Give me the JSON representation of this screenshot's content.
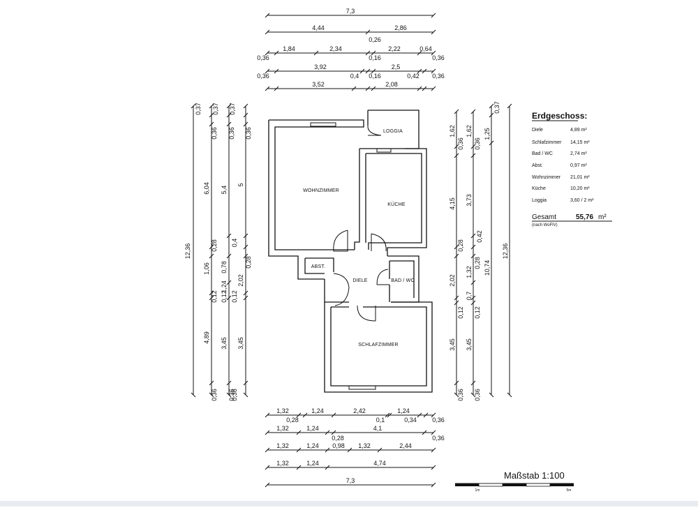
{
  "plan": {
    "rooms": {
      "wohnzimmer": "WOHNZIMMER",
      "kueche": "KÜCHE",
      "loggia": "LOGGIA",
      "abst": "ABST.",
      "diele": "DIELE",
      "bad": "BAD / WC",
      "schlafzimmer": "SCHLAFZIMMER"
    }
  },
  "dims": {
    "top": [
      [
        "7,3"
      ],
      [
        "4,44",
        "2,86"
      ],
      [
        "0,26"
      ],
      [
        "0,36",
        "1,84",
        "2,34",
        "0,16",
        "2,22",
        "0,64"
      ],
      [
        "0,36",
        "0,36",
        "3,92",
        "0,4",
        "0,16",
        "2,5",
        "0,42",
        "0,36"
      ],
      [
        "3,52",
        "2,08"
      ]
    ],
    "left": {
      "outer": "12,36",
      "col1": [
        "0,37",
        "0,36",
        "6,04",
        "0,28",
        "1,06",
        "0,12",
        "4,89",
        "0,36"
      ],
      "col2": [
        "0,37",
        "0,36",
        "5,4",
        "0,78",
        "1,24",
        "0,12",
        "3,45",
        "0,36"
      ],
      "col3": [
        "0,37",
        "0,36",
        "5",
        "0,4",
        "0,28",
        "2,02",
        "0,12",
        "3,45",
        "0,36"
      ]
    },
    "right": {
      "col1": [
        "1,62",
        "0,36",
        "4,15",
        "0,28",
        "2,02",
        "0,12",
        "3,45",
        "0,36"
      ],
      "col2": [
        "1,62",
        "0,36",
        "3,73",
        "0,42",
        "0,28",
        "1,32",
        "0,7",
        "0,12",
        "3,45",
        "0,36"
      ],
      "col3": [
        "0,37",
        "1,25",
        "10,74"
      ],
      "outer": "12,36"
    },
    "bottom": [
      [
        "1,32",
        "1,24",
        "2,42",
        "1,24"
      ],
      [
        "0,28",
        "0,1",
        "0,34",
        "0,36"
      ],
      [
        "1,32",
        "1,24",
        "4,1"
      ],
      [
        "0,28",
        "0,36"
      ],
      [
        "1,32",
        "1,24",
        "0,98",
        "1,32",
        "2,44"
      ],
      [
        "1,32",
        "1,24",
        "4,74"
      ],
      [
        "7,3"
      ]
    ]
  },
  "legend": {
    "title": "Erdgeschoss:",
    "rows": [
      {
        "name": "Diele",
        "area": "4,89 m²"
      },
      {
        "name": "Schlafzimmer",
        "area": "14,15 m²"
      },
      {
        "name": "Bad / WC",
        "area": "2,74 m²"
      },
      {
        "name": "Abst.",
        "area": "0,97 m²"
      },
      {
        "name": "Wohnzimmer",
        "area": "21,01 m²"
      },
      {
        "name": "Küche",
        "area": "10,20 m²"
      },
      {
        "name": "Loggia",
        "area": "3,60 / 2 m²"
      }
    ],
    "total_label": "Gesamt",
    "total_value": "55,76",
    "total_unit": "m²",
    "total_note": "(nach WoFlV)"
  },
  "scale": {
    "title": "Maßstab 1:100",
    "tick_1": "1m",
    "tick_5": "5m"
  }
}
